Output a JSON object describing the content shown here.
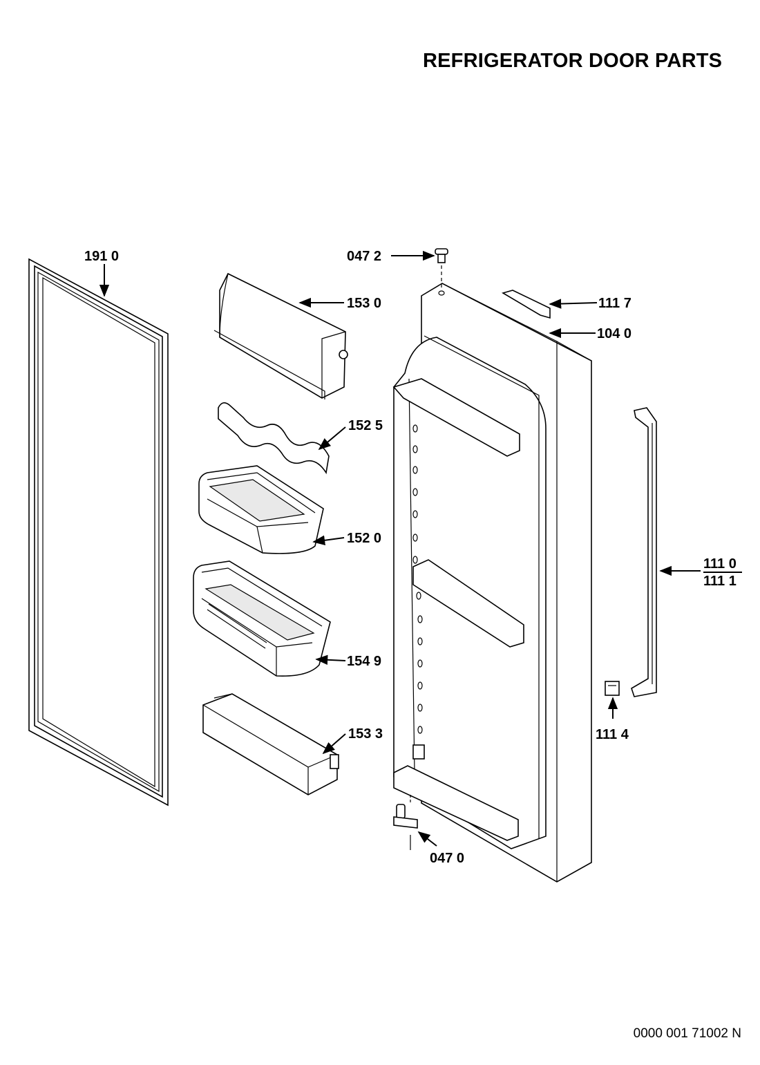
{
  "title": "REFRIGERATOR DOOR PARTS",
  "document_number": "0000 001 71002 N",
  "callouts": {
    "gasket": "191 0",
    "hinge_pin_top": "047 2",
    "dairy_cover": "153 0",
    "trim_strip": "111 7",
    "door_assembly": "104 0",
    "bottle_retainer": "152 5",
    "door_bin": "152 0",
    "egg_bin": "154 9",
    "bottom_shelf": "153 3",
    "handle_a": "111 0",
    "handle_b": "111 1",
    "handle_cap": "111 4",
    "hinge_pin_bottom": "047 0"
  }
}
